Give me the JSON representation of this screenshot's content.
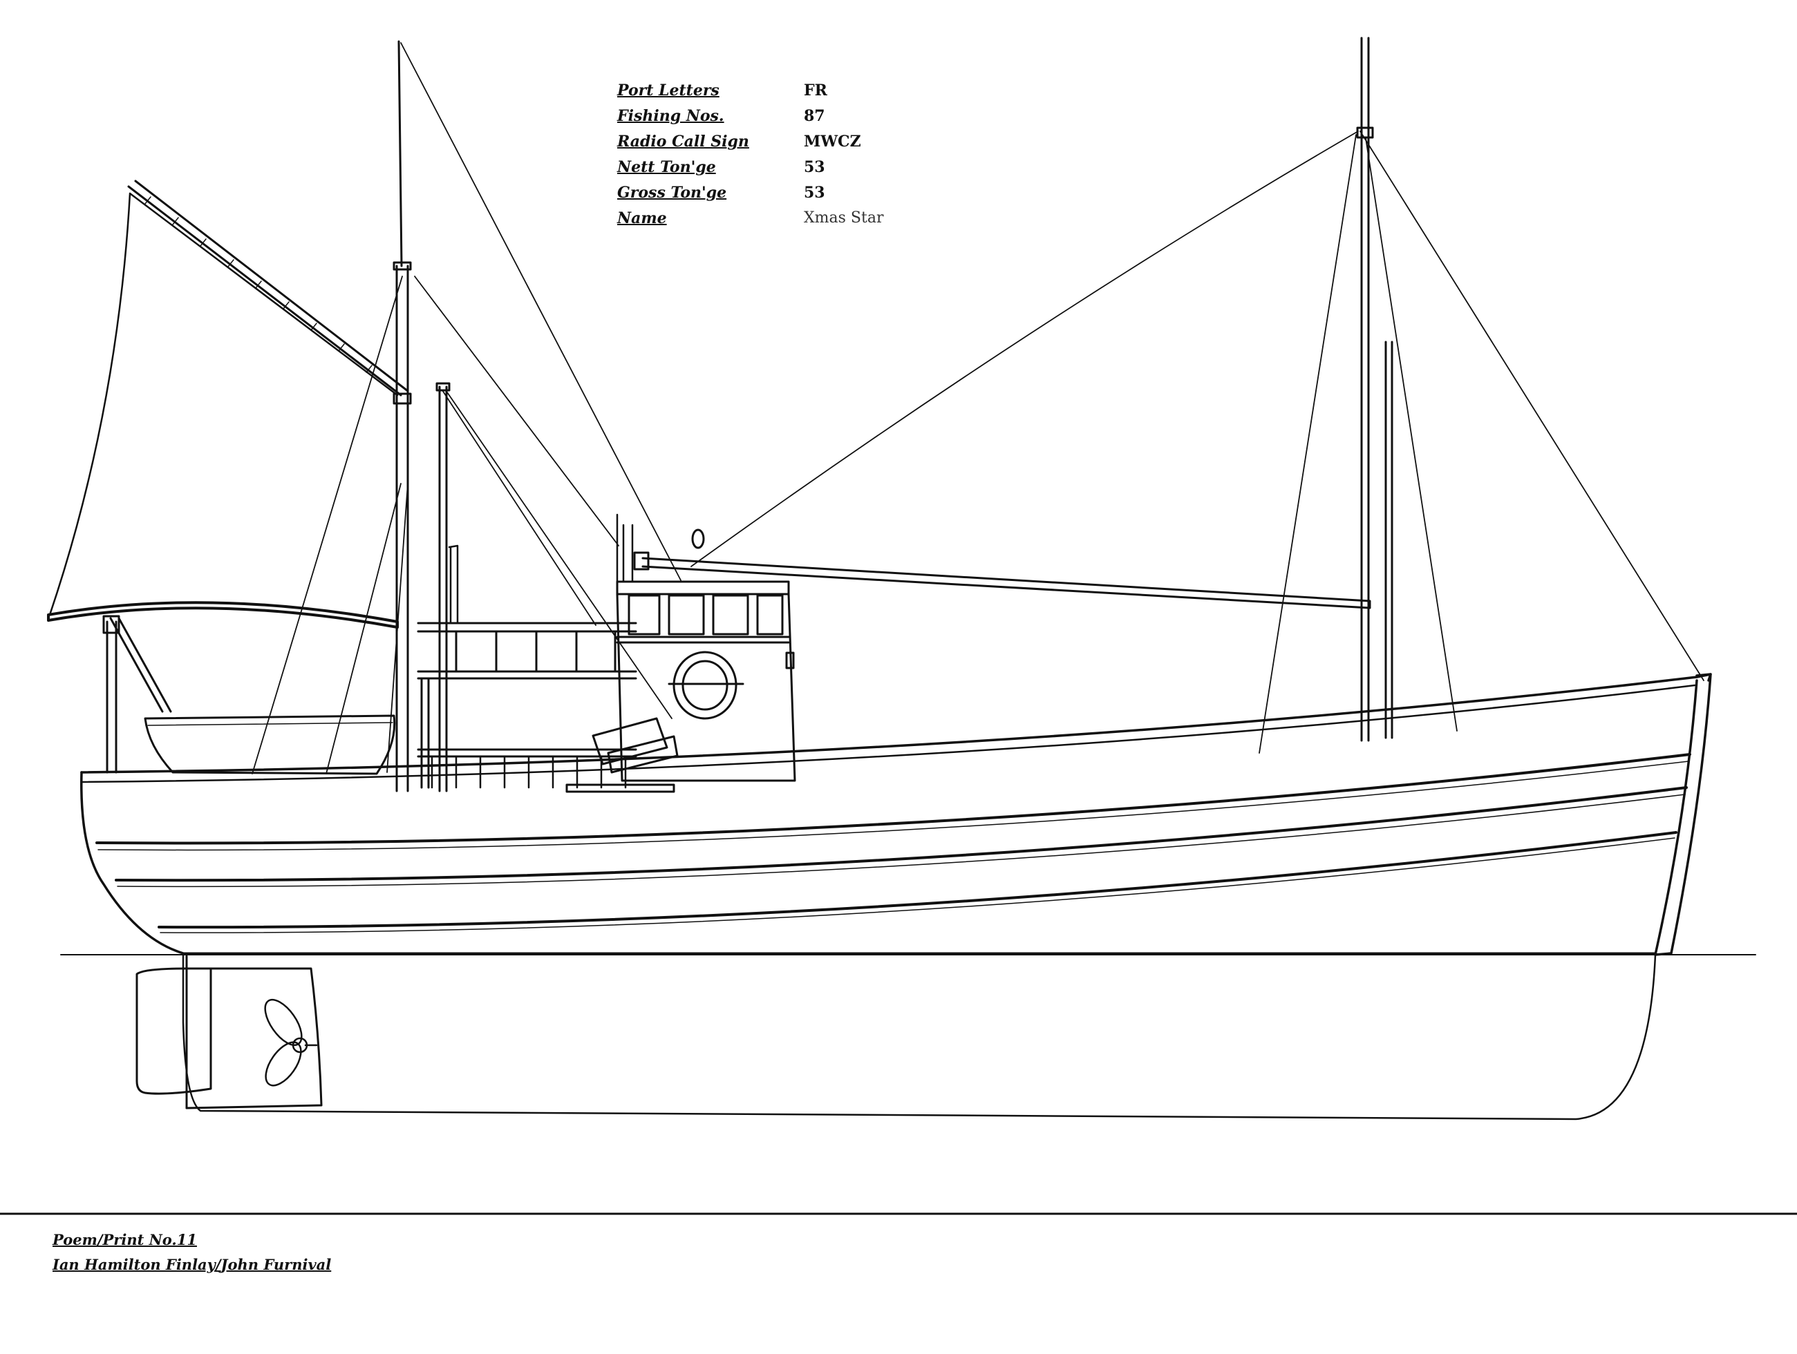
{
  "registration": {
    "rows": [
      {
        "label": "Port Letters",
        "value": "FR"
      },
      {
        "label": "Fishing Nos.",
        "value": "87"
      },
      {
        "label": "Radio Call Sign",
        "value": "MWCZ"
      },
      {
        "label": "Nett Ton'ge",
        "value": "53"
      },
      {
        "label": "Gross Ton'ge",
        "value": "53"
      },
      {
        "label": "Name",
        "value": "Xmas Star"
      }
    ]
  },
  "credits": {
    "print_title": "Poem/Print No.11",
    "author_1": "Ian Hamilton Finlay",
    "separator": "/",
    "author_2": "John Furnival"
  },
  "colors": {
    "ink": "#111111",
    "paper": "#ffffff"
  }
}
